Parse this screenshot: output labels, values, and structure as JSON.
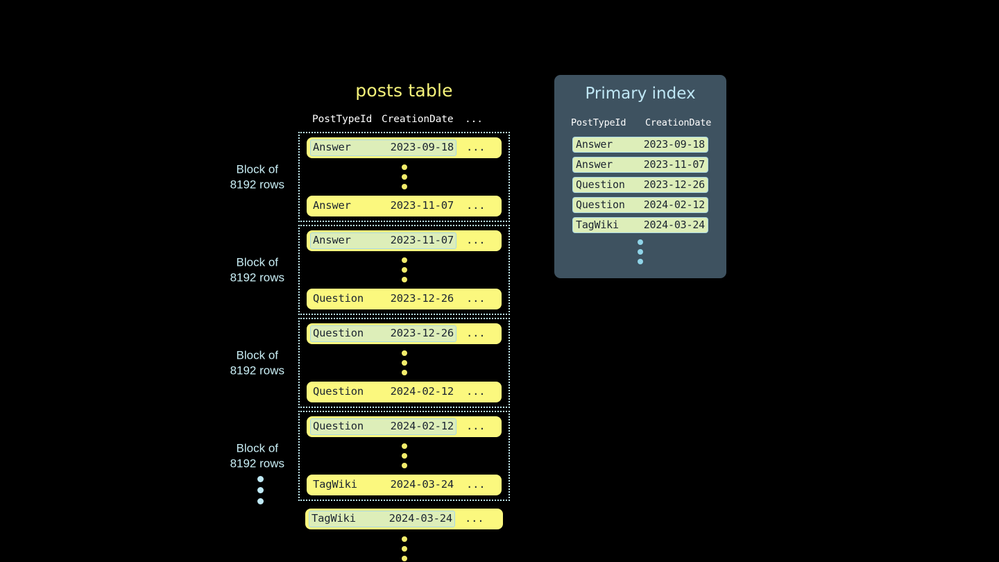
{
  "posts_table": {
    "title": "posts table",
    "columns": {
      "type": "PostTypeId",
      "date": "CreationDate",
      "more": "..."
    },
    "block_label": "Block of\n8192 rows",
    "block_label_line1": "Block of",
    "block_label_line2": "8192 rows",
    "row_ellipsis": "...",
    "blocks": [
      {
        "label_line1": "Block of",
        "label_line2": "8192 rows",
        "first_row": {
          "type": "Answer",
          "date": "2023-09-18",
          "more": "...",
          "marked": true
        },
        "last_row": {
          "type": "Answer",
          "date": "2023-11-07",
          "more": "...",
          "marked": false
        }
      },
      {
        "label_line1": "Block of",
        "label_line2": "8192 rows",
        "first_row": {
          "type": "Answer",
          "date": "2023-11-07",
          "more": "...",
          "marked": true
        },
        "last_row": {
          "type": "Question",
          "date": "2023-12-26",
          "more": "...",
          "marked": false
        }
      },
      {
        "label_line1": "Block of",
        "label_line2": "8192 rows",
        "first_row": {
          "type": "Question",
          "date": "2023-12-26",
          "more": "...",
          "marked": true
        },
        "last_row": {
          "type": "Question",
          "date": "2024-02-12",
          "more": "...",
          "marked": false
        }
      },
      {
        "label_line1": "Block of",
        "label_line2": "8192 rows",
        "first_row": {
          "type": "Question",
          "date": "2024-02-12",
          "more": "...",
          "marked": true
        },
        "last_row": {
          "type": "TagWiki",
          "date": "2024-03-24",
          "more": "...",
          "marked": false
        }
      }
    ],
    "trailing_row": {
      "type": "TagWiki",
      "date": "2024-03-24",
      "more": "...",
      "marked": true
    }
  },
  "primary_index": {
    "title": "Primary index",
    "columns": {
      "type": "PostTypeId",
      "date": "CreationDate"
    },
    "rows": [
      {
        "type": "Answer",
        "date": "2023-09-18"
      },
      {
        "type": "Answer",
        "date": "2023-11-07"
      },
      {
        "type": "Question",
        "date": "2023-12-26"
      },
      {
        "type": "Question",
        "date": "2024-02-12"
      },
      {
        "type": "TagWiki",
        "date": "2024-03-24"
      }
    ]
  },
  "colors": {
    "background": "#000000",
    "table_title": "#f5f27a",
    "row_pill": "#fbf87e",
    "marked_cell_bg": "#ddeeb9",
    "marked_cell_border": "#a9d8e4",
    "block_border": "#bfe9ef",
    "block_label": "#c9eef5",
    "panel_bg": "#3e5260",
    "panel_title": "#bfe7f5",
    "yellow_dot": "#f2ec6b",
    "cyan_dot": "#bfe9f5",
    "index_dot": "#8fd4e8",
    "cell_text": "#1b2430",
    "header_text": "#ffffff"
  }
}
